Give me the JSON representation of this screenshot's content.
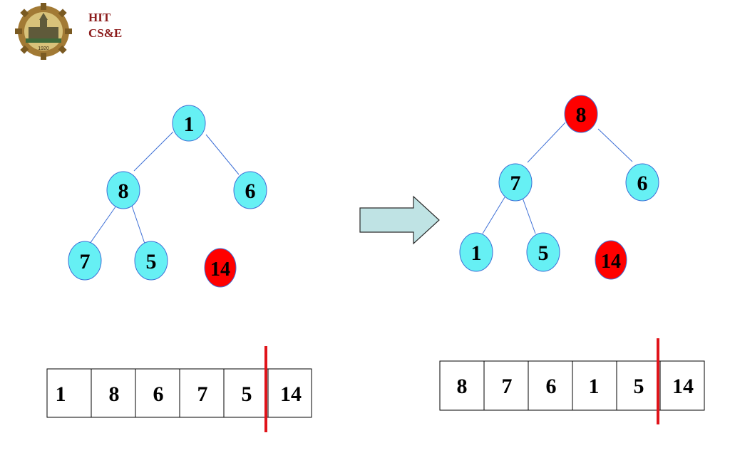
{
  "header": {
    "brand_line1": "HIT",
    "brand_line2": "CS&E",
    "seal_year": "1920"
  },
  "colors": {
    "node_fill": "#66f0f4",
    "node_stroke": "#3d6fd6",
    "highlight_fill": "#ff0000",
    "edge": "#3d6fd6",
    "divider": "#e0141a",
    "arrow_fill": "#bfe3e4",
    "arrow_stroke": "#2a2a2a"
  },
  "before": {
    "tree_nodes": [
      "1",
      "8",
      "6",
      "7",
      "5"
    ],
    "sorted_node": "14",
    "array": [
      "1",
      "8",
      "6",
      "7",
      "5",
      "14"
    ]
  },
  "after": {
    "tree_nodes": [
      "8",
      "7",
      "6",
      "1",
      "5"
    ],
    "sorted_node": "14",
    "array": [
      "8",
      "7",
      "6",
      "1",
      "5",
      "14"
    ]
  },
  "arrow_icon": "right-arrow-icon"
}
